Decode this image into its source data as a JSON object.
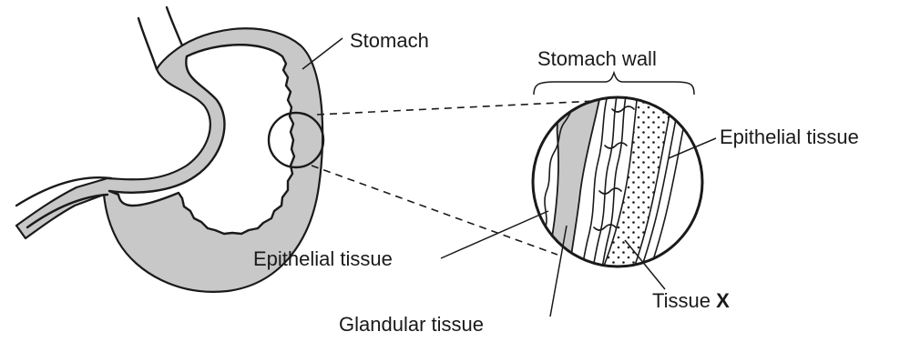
{
  "labels": {
    "stomach": "Stomach",
    "stomach_wall": "Stomach wall",
    "epithelial_right": "Epithelial tissue",
    "epithelial_left": "Epithelial tissue",
    "glandular": "Glandular tissue",
    "tissue_x_prefix": "Tissue ",
    "tissue_x_letter": "X"
  },
  "colors": {
    "line": "#1a1a1a",
    "wall_fill": "#c8c8c8",
    "background": "#ffffff"
  }
}
